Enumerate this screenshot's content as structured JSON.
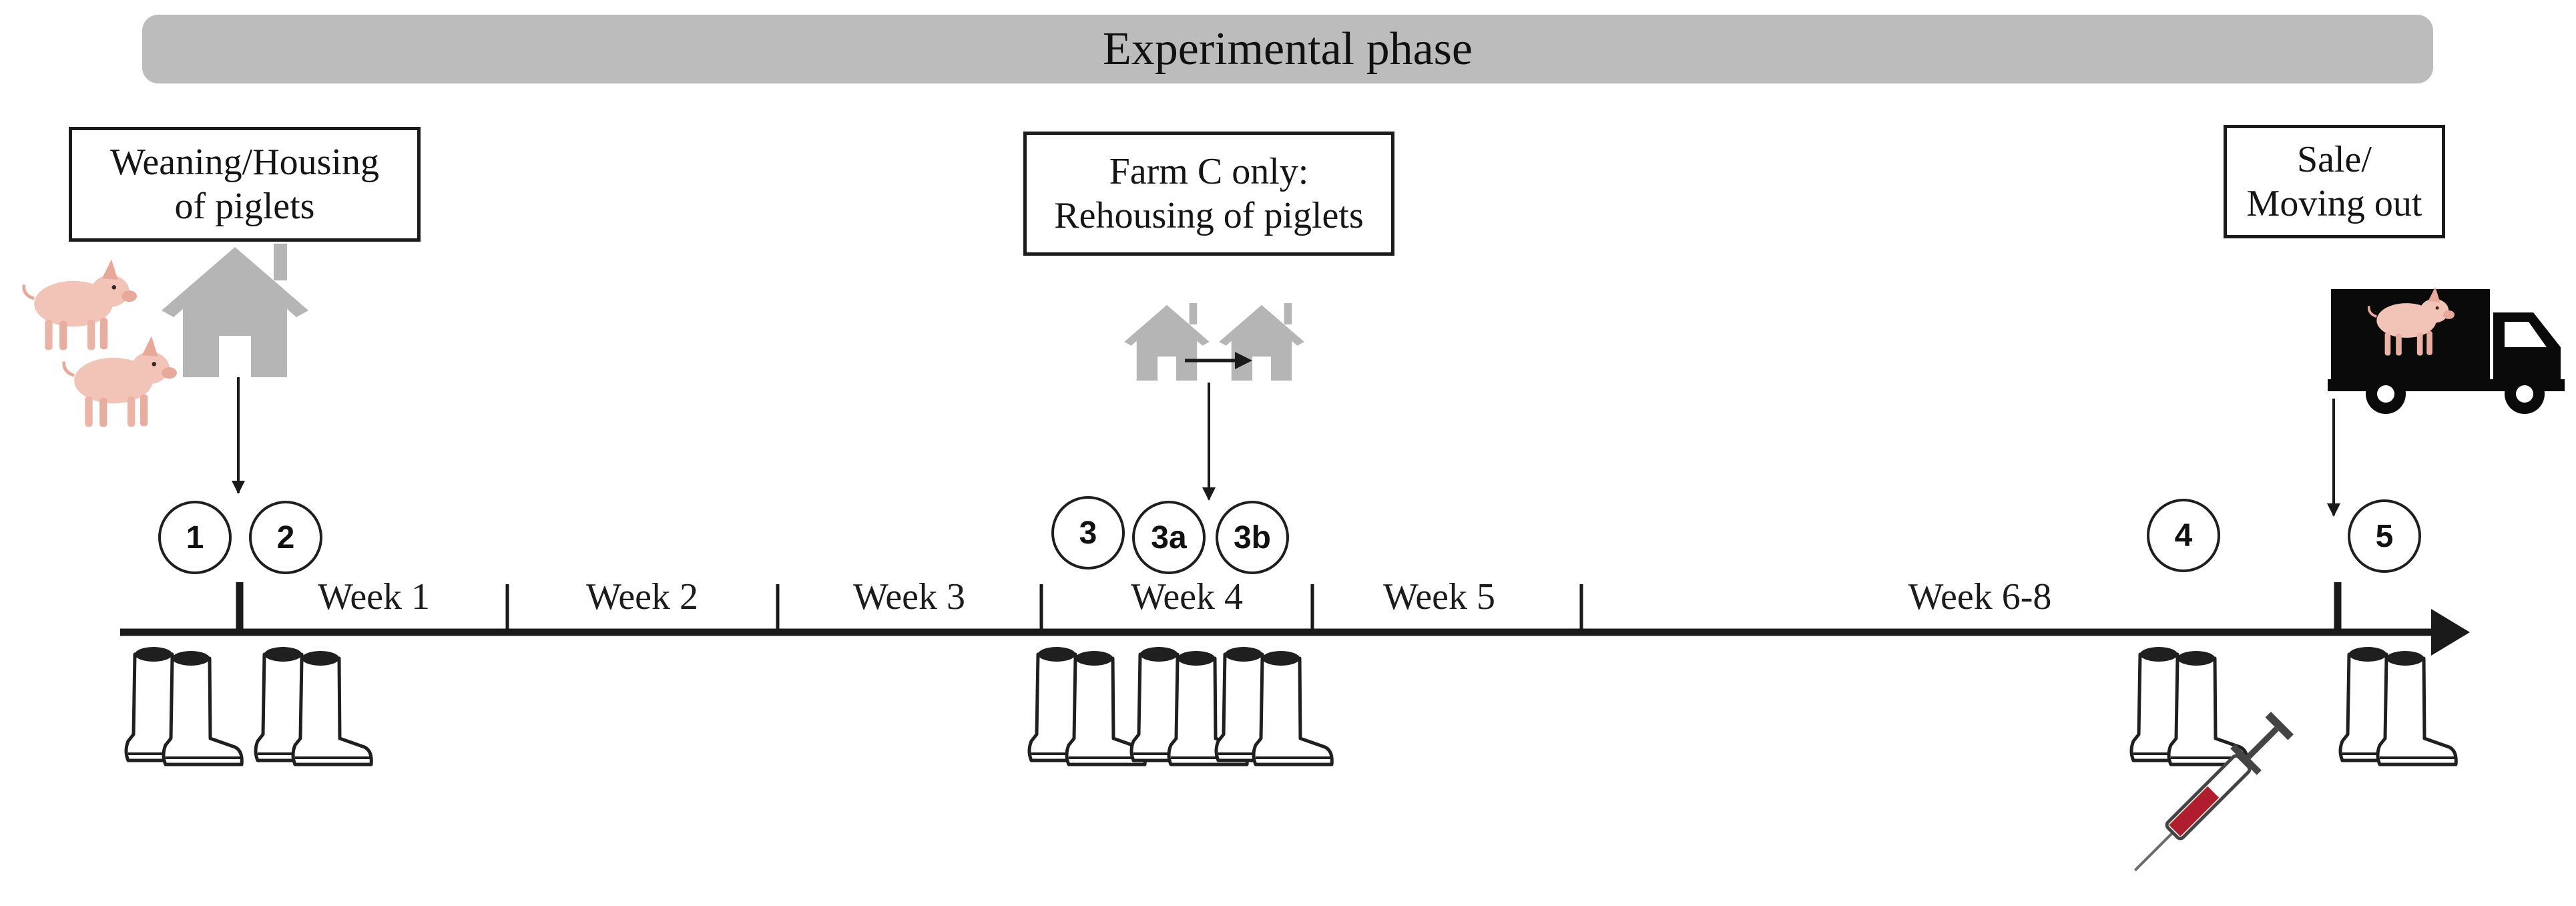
{
  "phase": {
    "title": "Experimental phase"
  },
  "events": {
    "weaning": {
      "line1": "Weaning/Housing",
      "line2": "of piglets"
    },
    "rehousing": {
      "line1": "Farm C only:",
      "line2": "Rehousing of piglets"
    },
    "sale": {
      "line1": "Sale/",
      "line2": "Moving out"
    }
  },
  "markers": [
    "1",
    "2",
    "3",
    "3a",
    "3b",
    "4",
    "5"
  ],
  "weeks": [
    "Week 1",
    "Week 2",
    "Week 3",
    "Week 4",
    "Week 5",
    "Week 6-8"
  ],
  "icons": {
    "piglet": "piglet-icon",
    "house": "house-icon",
    "rehouse": "rehouse-icon",
    "truck": "truck-icon",
    "boots": "boots-icon",
    "syringe": "syringe-icon"
  },
  "colors": {
    "banner": "#bcbcbc",
    "icon_gray": "#b5b5b5",
    "piglet": "#f2c4b8",
    "blood": "#b01e2e",
    "line": "#1a1a1a"
  }
}
